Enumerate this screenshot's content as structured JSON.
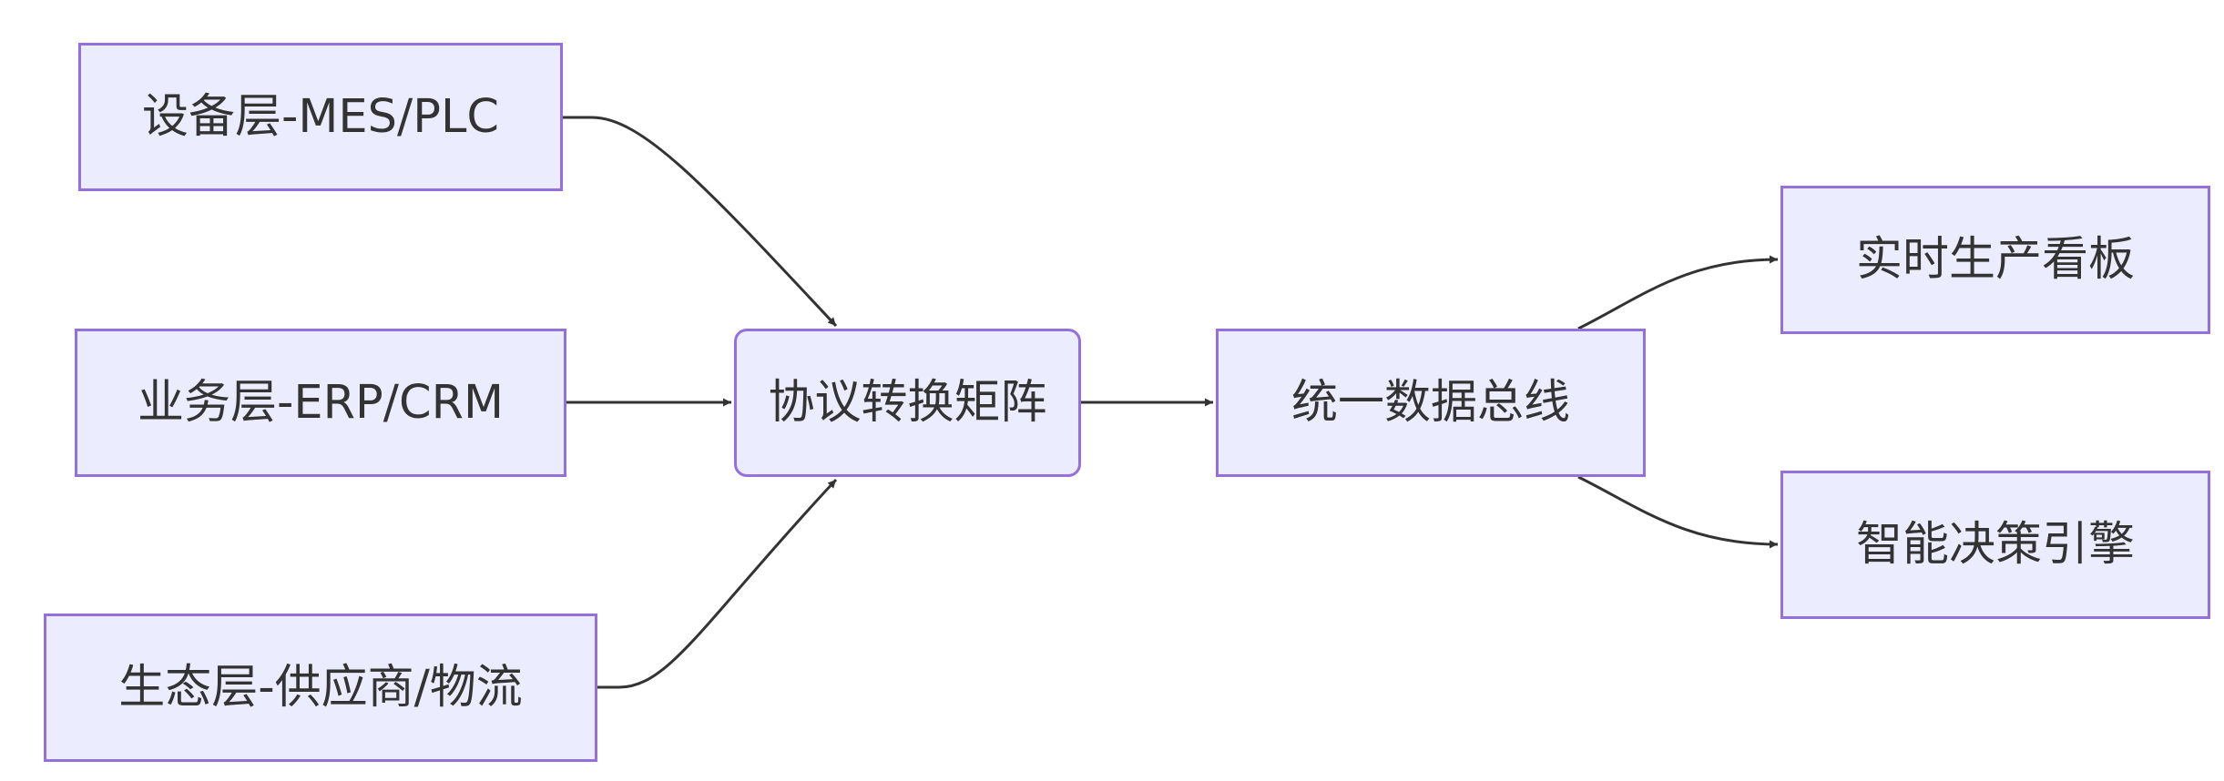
{
  "nodes": {
    "device": "设备层-MES/PLC",
    "business": "业务层-ERP/CRM",
    "ecosystem": "生态层-供应商/物流",
    "protocol": "协议转换矩阵",
    "bus": "统一数据总线",
    "dashboard": "实时生产看板",
    "decision": "智能决策引擎"
  },
  "edges": [
    {
      "from": "device",
      "to": "protocol"
    },
    {
      "from": "business",
      "to": "protocol"
    },
    {
      "from": "ecosystem",
      "to": "protocol"
    },
    {
      "from": "protocol",
      "to": "bus"
    },
    {
      "from": "bus",
      "to": "dashboard"
    },
    {
      "from": "bus",
      "to": "decision"
    }
  ],
  "colors": {
    "node_fill": "#ECECFF",
    "node_border": "#9370DB",
    "edge": "#333333",
    "text": "#333333"
  }
}
